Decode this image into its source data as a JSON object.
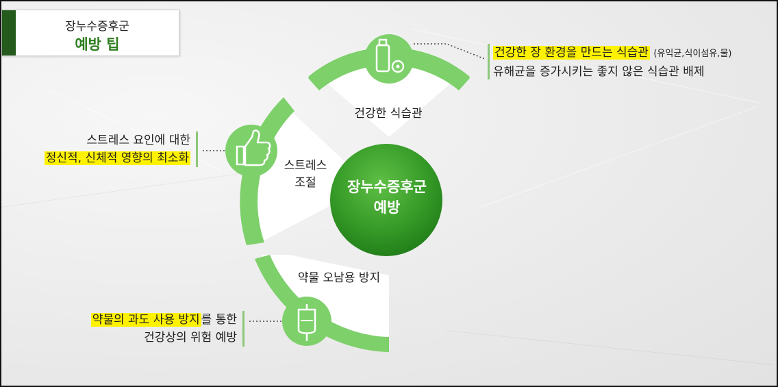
{
  "title": {
    "line1": "장누수증후군",
    "line2": "예방 팁"
  },
  "center": {
    "line1": "장누수증후군",
    "line2": "예방"
  },
  "segments": [
    {
      "label": "건강한 식습관",
      "icon": "sunscreen-bottle-icon"
    },
    {
      "label_line1": "스트레스",
      "label_line2": "조절",
      "icon": "thumbs-up-icon"
    },
    {
      "label": "약물 오남용 방지",
      "icon": "iv-drip-bag-icon"
    }
  ],
  "annotations": {
    "diet": {
      "line1_highlight": "건강한 장 환경을 만드는 식습관",
      "line1_small": "(유익균,식이섬유,물)",
      "line2": "유해균을 증가시키는 좋지 않은 식습관 배제"
    },
    "stress": {
      "line1": "스트레스 요인에 대한",
      "line2_highlight": "정신적, 신체적 영향의 최소화"
    },
    "drug": {
      "line1_highlight": "약물의 과도 사용 방지",
      "line1_rest": "를 통한",
      "line2": "건강상의 위험 예방"
    }
  },
  "colors": {
    "accent_green": "#7dd06a",
    "dark_green": "#2e8a22",
    "title_bar": "#245b1c",
    "highlight": "#fff200"
  }
}
